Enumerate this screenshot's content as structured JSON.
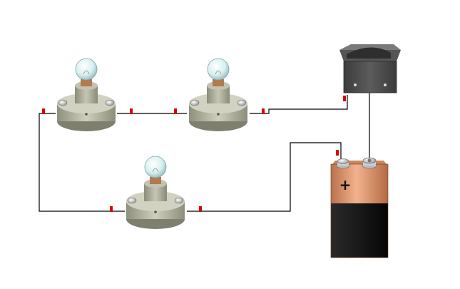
{
  "diagram": {
    "components": [
      {
        "id": "bulb-1",
        "kind": "light-bulb-in-holder",
        "icon": "light-bulb-icon"
      },
      {
        "id": "bulb-2",
        "kind": "light-bulb-in-holder",
        "icon": "light-bulb-icon"
      },
      {
        "id": "bulb-3",
        "kind": "light-bulb-in-holder",
        "icon": "light-bulb-icon"
      },
      {
        "id": "switch",
        "kind": "rocker-switch",
        "icon": "switch-icon"
      },
      {
        "id": "battery",
        "kind": "9v-battery",
        "icon": "battery-icon"
      }
    ],
    "battery": {
      "polarity_symbol": "+"
    },
    "colors": {
      "wire": "#000000",
      "connector": "#dd0000",
      "holder_base": "#b9b9a6",
      "switch_body": "#4a4a4a",
      "battery_top": "#e6a27a",
      "battery_bottom": "#151515"
    }
  }
}
